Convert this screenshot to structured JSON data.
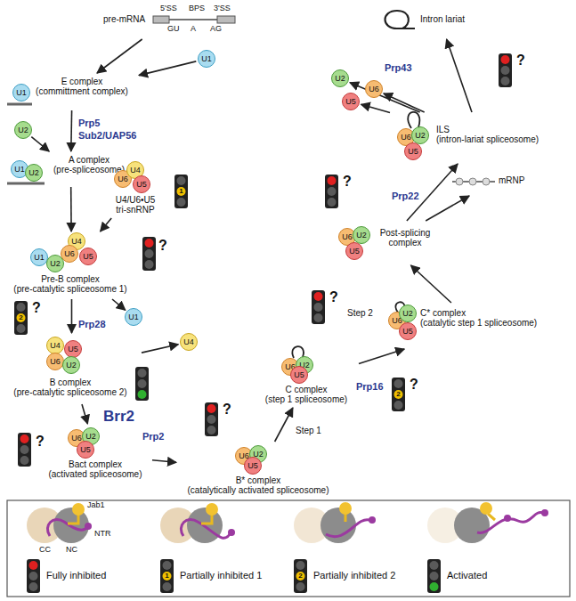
{
  "diagram": {
    "nodes": [
      {
        "text": [
          "pre-mRNA"
        ]
      },
      {
        "text": [
          "U1"
        ]
      },
      {
        "text": [
          "E complex",
          "(committment complex)"
        ]
      },
      {
        "text": [
          "U1"
        ],
        "in": 2
      },
      {
        "text": [
          "U2"
        ]
      },
      {
        "text": [
          "A complex",
          "(pre-spliceosome)"
        ]
      },
      {
        "text": [
          "U1"
        ],
        "in": 5
      },
      {
        "text": [
          "U2"
        ],
        "in": 5
      },
      {
        "text": [
          "U4/U6•U5",
          "tri-snRNP"
        ]
      },
      {
        "text": [
          "U6"
        ],
        "in": 8
      },
      {
        "text": [
          "U4"
        ],
        "in": 8
      },
      {
        "text": [
          "U5"
        ],
        "in": 8
      },
      {
        "text": [
          "Pre-B complex",
          "(pre-catalytic spliceosome 1)"
        ]
      },
      {
        "text": [
          "U4"
        ],
        "in": 12
      },
      {
        "text": [
          "U1"
        ],
        "in": 12
      },
      {
        "text": [
          "U6"
        ],
        "in": 12
      },
      {
        "text": [
          "U5"
        ],
        "in": 12
      },
      {
        "text": [
          "U2"
        ],
        "in": 12
      },
      {
        "text": [
          "U1"
        ]
      },
      {
        "text": [
          "B complex",
          "(pre-catalytic spliceosome 2)"
        ]
      },
      {
        "text": [
          "U4"
        ],
        "in": 19
      },
      {
        "text": [
          "U5"
        ],
        "in": 19
      },
      {
        "text": [
          "U6"
        ],
        "in": 19
      },
      {
        "text": [
          "U2"
        ],
        "in": 19
      },
      {
        "text": [
          "U4"
        ]
      },
      {
        "text": [
          "Bact complex",
          "(activated spliceosome)"
        ]
      },
      {
        "text": [
          "U6"
        ],
        "in": 25
      },
      {
        "text": [
          "U2"
        ],
        "in": 25
      },
      {
        "text": [
          "U5"
        ],
        "in": 25
      },
      {
        "text": [
          "B* complex",
          "(catalytically activated spliceosome)"
        ]
      },
      {
        "text": [
          "U6"
        ],
        "in": 29
      },
      {
        "text": [
          "U2"
        ],
        "in": 29
      },
      {
        "text": [
          "U5"
        ],
        "in": 29
      },
      {
        "text": [
          "C complex",
          "(step 1 spliceosome)"
        ]
      },
      {
        "text": [
          "U6"
        ],
        "in": 33
      },
      {
        "text": [
          "U2"
        ],
        "in": 33
      },
      {
        "text": [
          "U5"
        ],
        "in": 33
      },
      {
        "text": [
          "C* complex",
          "(catalytic step 1 spliceosome)"
        ]
      },
      {
        "text": [
          "U6"
        ],
        "in": 37
      },
      {
        "text": [
          "U2"
        ],
        "in": 37
      },
      {
        "text": [
          "U5"
        ],
        "in": 37
      },
      {
        "text": [
          "Post-splicing complex"
        ]
      },
      {
        "text": [
          "U6"
        ],
        "in": 41
      },
      {
        "text": [
          "U2"
        ],
        "in": 41
      },
      {
        "text": [
          "U5"
        ],
        "in": 41
      },
      {
        "text": [
          "mRNP"
        ]
      },
      {
        "text": [
          "ILS",
          "(intron-lariat spliceosome)"
        ]
      },
      {
        "text": [
          "U6"
        ],
        "in": 46
      },
      {
        "text": [
          "U2"
        ],
        "in": 46
      },
      {
        "text": [
          "U5"
        ],
        "in": 46
      },
      {
        "text": [
          "U2"
        ]
      },
      {
        "text": [
          "U6"
        ]
      },
      {
        "text": [
          "U5"
        ]
      },
      {
        "text": [
          "Intron lariat"
        ]
      }
    ],
    "edges": [
      {
        "from": 0,
        "to": 2,
        "arrow": "to"
      },
      {
        "from": 1,
        "to": 2,
        "arrow": "to"
      },
      {
        "from": 2,
        "to": 5,
        "arrow": "to"
      },
      {
        "from": 4,
        "to": 5,
        "arrow": "to"
      },
      {
        "from": 5,
        "to": 12,
        "arrow": "to"
      },
      {
        "from": 8,
        "to": 12,
        "arrow": "to"
      },
      {
        "from": 12,
        "to": 19,
        "arrow": "to"
      },
      {
        "from": 12,
        "to": 18,
        "arrow": "to"
      },
      {
        "from": 19,
        "to": 25,
        "arrow": "to"
      },
      {
        "from": 19,
        "to": 24,
        "arrow": "to"
      },
      {
        "from": 25,
        "to": 29,
        "arrow": "to"
      },
      {
        "from": 29,
        "to": 33,
        "arrow": "to"
      },
      {
        "from": 33,
        "to": 37,
        "arrow": "to"
      },
      {
        "from": 37,
        "to": 41,
        "arrow": "to"
      },
      {
        "from": 41,
        "to": 46,
        "arrow": "to"
      },
      {
        "from": 41,
        "to": 45,
        "arrow": "to"
      },
      {
        "from": 46,
        "to": 53,
        "arrow": "to"
      },
      {
        "from": 46,
        "to": 50,
        "arrow": "to"
      },
      {
        "from": 46,
        "to": 51,
        "arrow": "to"
      },
      {
        "from": 46,
        "to": 52,
        "arrow": "to"
      }
    ],
    "labels": [
      "5'SS",
      "BPS",
      "3'SS",
      "GU",
      "A",
      "AG",
      "Prp5",
      "Sub2/UAP56",
      "1",
      "?",
      "2",
      "?",
      "Prp28",
      "Brr2",
      "?",
      "Prp2",
      "?",
      "Step 1",
      "Prp16",
      "2",
      "?",
      "?",
      "Step 2",
      "?",
      "Prp22",
      "Prp43",
      "?",
      "Jab1",
      "NTR",
      "CC",
      "NC",
      "1",
      "2"
    ],
    "legend": [
      {
        "text": "Fully inhibited"
      },
      {
        "text": "Partially inhibited 1"
      },
      {
        "text": "Partially inhibited 2"
      },
      {
        "text": "Activated"
      }
    ]
  }
}
